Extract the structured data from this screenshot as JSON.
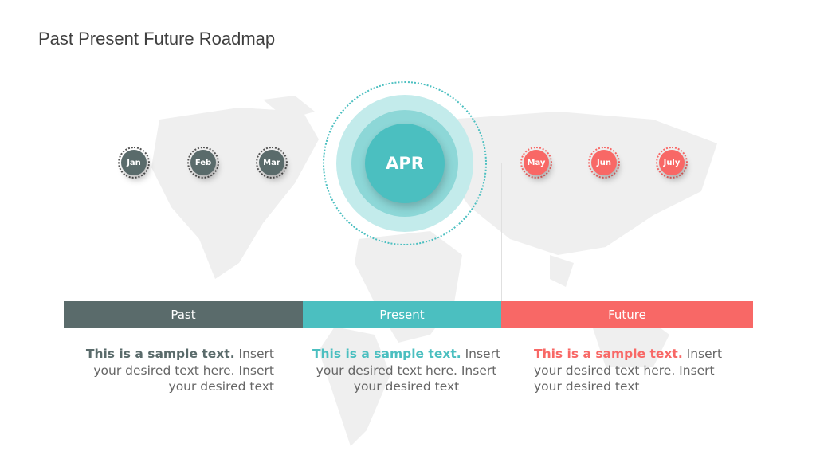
{
  "title": "Past Present Future Roadmap",
  "colors": {
    "past": "#5a6b6b",
    "present": "#4bbfc0",
    "future": "#f86866"
  },
  "months": {
    "past": [
      "Jan",
      "Feb",
      "Mar"
    ],
    "current": "APR",
    "future": [
      "May",
      "Jun",
      "July"
    ]
  },
  "phases": [
    {
      "label": "Past",
      "bold": "This is a sample text.",
      "text": " Insert your desired text here. Insert your desired text"
    },
    {
      "label": "Present",
      "bold": "This is a sample text.",
      "text": " Insert your desired text here. Insert your desired text"
    },
    {
      "label": "Future",
      "bold": "This is a sample text.",
      "text": " Insert your desired text here. Insert your desired text"
    }
  ]
}
